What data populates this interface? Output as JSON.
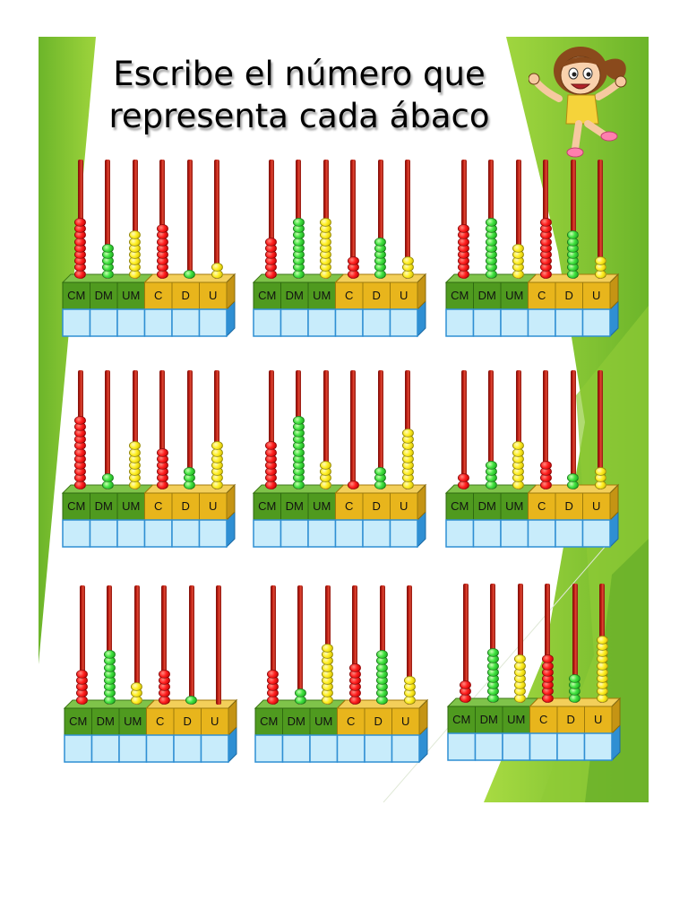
{
  "title": {
    "line1": "Escribe el número que",
    "line2": "representa cada ábaco"
  },
  "place_labels": [
    "CM",
    "DM",
    "UM",
    "C",
    "D",
    "U"
  ],
  "colors": {
    "green_panel": "#7cbe2c",
    "green_panel_light": "#a6d93d",
    "label_green": "#4f9a1f",
    "label_yellow": "#e8b51c",
    "box_blue": "#c8ecfb",
    "box_blue_border": "#2f8fd3",
    "rod": "#c92316"
  },
  "abacuses": [
    {
      "beads": [
        {
          "count": 9,
          "color": "red"
        },
        {
          "count": 5,
          "color": "green"
        },
        {
          "count": 7,
          "color": "yellow"
        },
        {
          "count": 8,
          "color": "red"
        },
        {
          "count": 1,
          "color": "green"
        },
        {
          "count": 2,
          "color": "yellow"
        }
      ]
    },
    {
      "beads": [
        {
          "count": 6,
          "color": "red"
        },
        {
          "count": 9,
          "color": "green"
        },
        {
          "count": 9,
          "color": "yellow"
        },
        {
          "count": 3,
          "color": "red"
        },
        {
          "count": 6,
          "color": "green"
        },
        {
          "count": 3,
          "color": "yellow"
        }
      ]
    },
    {
      "beads": [
        {
          "count": 8,
          "color": "red"
        },
        {
          "count": 9,
          "color": "green"
        },
        {
          "count": 5,
          "color": "yellow"
        },
        {
          "count": 9,
          "color": "red"
        },
        {
          "count": 7,
          "color": "green"
        },
        {
          "count": 3,
          "color": "yellow"
        }
      ]
    },
    {
      "beads": [
        {
          "count": 11,
          "color": "red"
        },
        {
          "count": 2,
          "color": "green"
        },
        {
          "count": 7,
          "color": "yellow"
        },
        {
          "count": 6,
          "color": "red"
        },
        {
          "count": 3,
          "color": "green"
        },
        {
          "count": 7,
          "color": "yellow"
        }
      ]
    },
    {
      "beads": [
        {
          "count": 7,
          "color": "red"
        },
        {
          "count": 11,
          "color": "green"
        },
        {
          "count": 4,
          "color": "yellow"
        },
        {
          "count": 1,
          "color": "red"
        },
        {
          "count": 3,
          "color": "green"
        },
        {
          "count": 9,
          "color": "yellow"
        }
      ]
    },
    {
      "beads": [
        {
          "count": 2,
          "color": "red"
        },
        {
          "count": 4,
          "color": "green"
        },
        {
          "count": 7,
          "color": "yellow"
        },
        {
          "count": 4,
          "color": "red"
        },
        {
          "count": 2,
          "color": "green"
        },
        {
          "count": 3,
          "color": "yellow"
        }
      ]
    },
    {
      "beads": [
        {
          "count": 5,
          "color": "red"
        },
        {
          "count": 8,
          "color": "green"
        },
        {
          "count": 3,
          "color": "yellow"
        },
        {
          "count": 5,
          "color": "red"
        },
        {
          "count": 1,
          "color": "green"
        },
        {
          "count": 0,
          "color": "yellow"
        }
      ]
    },
    {
      "beads": [
        {
          "count": 5,
          "color": "red"
        },
        {
          "count": 2,
          "color": "green"
        },
        {
          "count": 9,
          "color": "yellow"
        },
        {
          "count": 6,
          "color": "red"
        },
        {
          "count": 8,
          "color": "green"
        },
        {
          "count": 4,
          "color": "yellow"
        }
      ]
    },
    {
      "beads": [
        {
          "count": 3,
          "color": "red"
        },
        {
          "count": 8,
          "color": "green"
        },
        {
          "count": 7,
          "color": "yellow"
        },
        {
          "count": 7,
          "color": "red"
        },
        {
          "count": 4,
          "color": "green"
        },
        {
          "count": 10,
          "color": "yellow"
        }
      ]
    }
  ]
}
